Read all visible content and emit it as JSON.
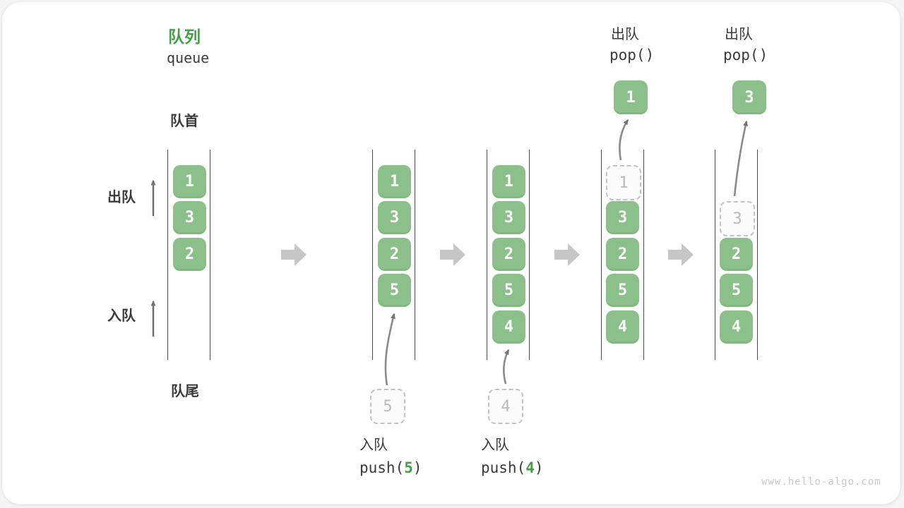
{
  "title": {
    "zh": "队列",
    "en": "queue"
  },
  "side_labels": {
    "front": "队首",
    "rear": "队尾",
    "dequeue": "出队",
    "enqueue": "入队"
  },
  "colors": {
    "box_green": "#8cc08a",
    "accent_green": "#43a047",
    "dark_text": "#3a3a3a",
    "block_arrow_gray": "#c6c6c6",
    "dashed_gray": "#c2c2c2"
  },
  "states": [
    {
      "boxes": [
        "1",
        "3",
        "2"
      ]
    },
    {
      "boxes": [
        "1",
        "3",
        "2",
        "5"
      ],
      "incoming": "5"
    },
    {
      "boxes": [
        "1",
        "3",
        "2",
        "5",
        "4"
      ],
      "incoming": "4"
    },
    {
      "boxes": [
        "3",
        "2",
        "5",
        "4"
      ],
      "removed": "1",
      "popped": "1"
    },
    {
      "boxes": [
        "2",
        "5",
        "4"
      ],
      "removed": "3",
      "popped": "3"
    }
  ],
  "operations": {
    "push5": {
      "zh": "入队",
      "fn_open": "push(",
      "arg": "5",
      "fn_close": ")"
    },
    "push4": {
      "zh": "入队",
      "fn_open": "push(",
      "arg": "4",
      "fn_close": ")"
    },
    "pop1": {
      "zh": "出队",
      "code": "pop()"
    },
    "pop2": {
      "zh": "出队",
      "code": "pop()"
    }
  },
  "watermark": "www.hello-algo.com"
}
